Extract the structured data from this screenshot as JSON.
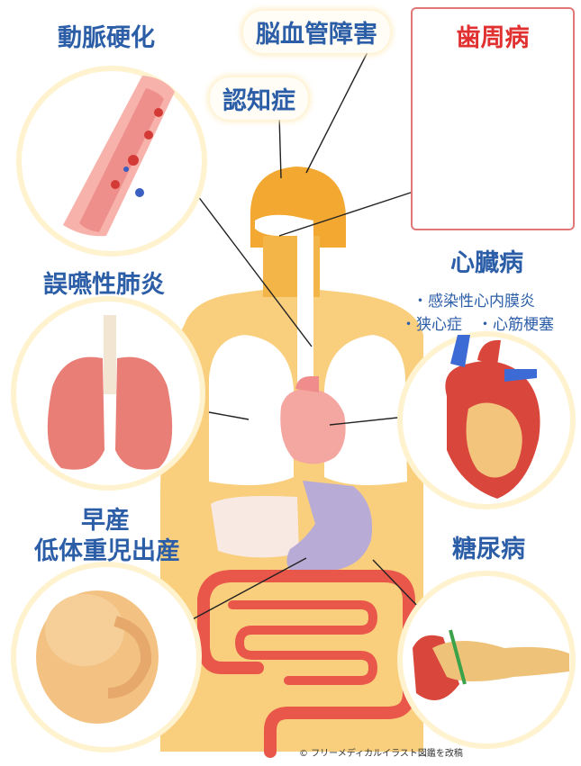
{
  "labels": {
    "arteriosclerosis": "動脈硬化",
    "stroke": "脳血管障害",
    "dementia": "認知症",
    "periodontal": "歯周病",
    "heart_disease": "心臓病",
    "heart_sub1": "・感染性心内膜炎",
    "heart_sub2": "・狭心症　・心筋梗塞",
    "pneumonia": "誤嚥性肺炎",
    "premature_line1": "早産",
    "premature_line2": "低体重児出産",
    "diabetes": "糖尿病"
  },
  "credit": "© フリーメディカルイラスト図鑑を改稿",
  "colors": {
    "label_blue": "#2c5ea8",
    "periodontal_red": "#e03030",
    "body_orange": "#f9cf7e",
    "head_orange": "#f3a832"
  }
}
